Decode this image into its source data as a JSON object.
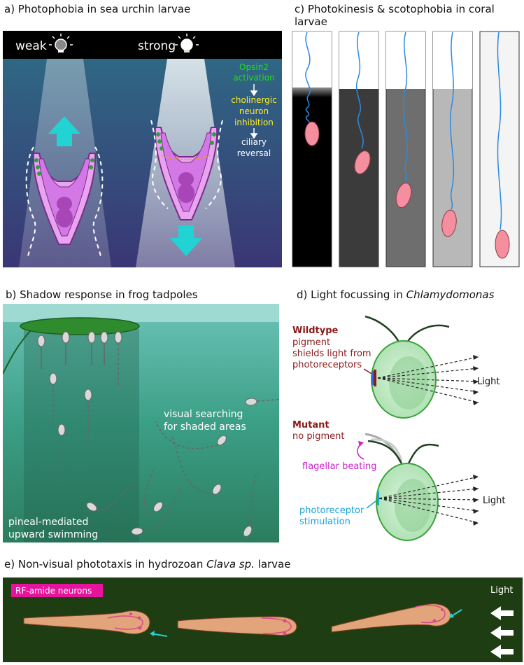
{
  "panel_a": {
    "title": "a) Photophobia in sea urchin larvae",
    "weak_label": "weak",
    "strong_label": "strong",
    "step_1": "Opsin2",
    "step_1b": "activation",
    "step_2": "cholinergic",
    "step_2b": "neuron",
    "step_2c": "inhibition",
    "step_3": "ciliary",
    "step_3b": "reversal"
  },
  "panel_b": {
    "title": "b) Shadow response in frog tadpoles",
    "label_visual_1": "visual searching",
    "label_visual_2": "for shaded areas",
    "label_pineal_1": "pineal-mediated",
    "label_pineal_2": "upward swimming"
  },
  "panel_c": {
    "title_1": "c) Photokinesis & scotophobia in coral",
    "title_2": "larvae"
  },
  "panel_d": {
    "title_prefix": "d) Light focussing in ",
    "title_italic": "Chlamydomonas",
    "wildtype_heading": "Wildtype",
    "wildtype_line1": "pigment",
    "wildtype_line2": "shields light from",
    "wildtype_line3": "photoreceptors",
    "light_label_1": "Light",
    "mutant_heading": "Mutant",
    "mutant_line1": "no pigment",
    "flagellar_label": "flagellar beating",
    "photoreceptor_line1": "photoreceptor",
    "photoreceptor_line2": "stimulation",
    "light_label_2": "Light"
  },
  "panel_e": {
    "title_prefix": "e) Non-visual phototaxis in hydrozoan ",
    "title_italic": "Clava sp.",
    "title_suffix": " larvae",
    "badge": "RF-amide neurons",
    "light_label": "Light"
  },
  "colors": {
    "green_text": "#22dd22",
    "yellow_text": "#ffee22",
    "cyan_arrow": "#22d3d3",
    "dark_red": "#8b1a1a",
    "magenta": "#cc22cc",
    "blue_label": "#1aa3dd",
    "panel_e_bg": "#1e3d12",
    "badge_bg": "#e6149c"
  }
}
